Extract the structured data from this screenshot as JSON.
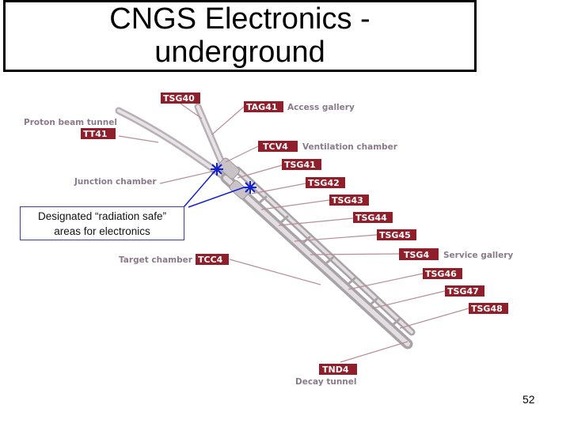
{
  "slide": {
    "title_line1": "CNGS Electronics -",
    "title_line2": "underground",
    "callout_line1": "Designated “radiation safe”",
    "callout_line2": "areas for electronics",
    "page_number": "52"
  },
  "colors": {
    "tag_fill": "#8e1f2b",
    "tunnel": "#cfc8cc",
    "leader": "#b98d95",
    "marker": "#1020d0"
  },
  "tags": {
    "tsg40": "TSG40",
    "tag41": "TAG41",
    "tt41": "TT41",
    "tcv4": "TCV4",
    "tsg41": "TSG41",
    "tsg42": "TSG42",
    "tsg43": "TSG43",
    "tsg44": "TSG44",
    "tsg45": "TSG45",
    "tsg4": "TSG4",
    "tcc4": "TCC4",
    "tsg46": "TSG46",
    "tsg47": "TSG47",
    "tsg48": "TSG48",
    "tnd4": "TND4"
  },
  "labels": {
    "access_gallery": "Access gallery",
    "proton_beam_tunnel": "Proton beam tunnel",
    "ventilation_chamber": "Ventilation chamber",
    "junction_chamber": "Junction chamber",
    "service_gallery": "Service gallery",
    "target_chamber": "Target chamber",
    "decay_tunnel": "Decay tunnel"
  }
}
